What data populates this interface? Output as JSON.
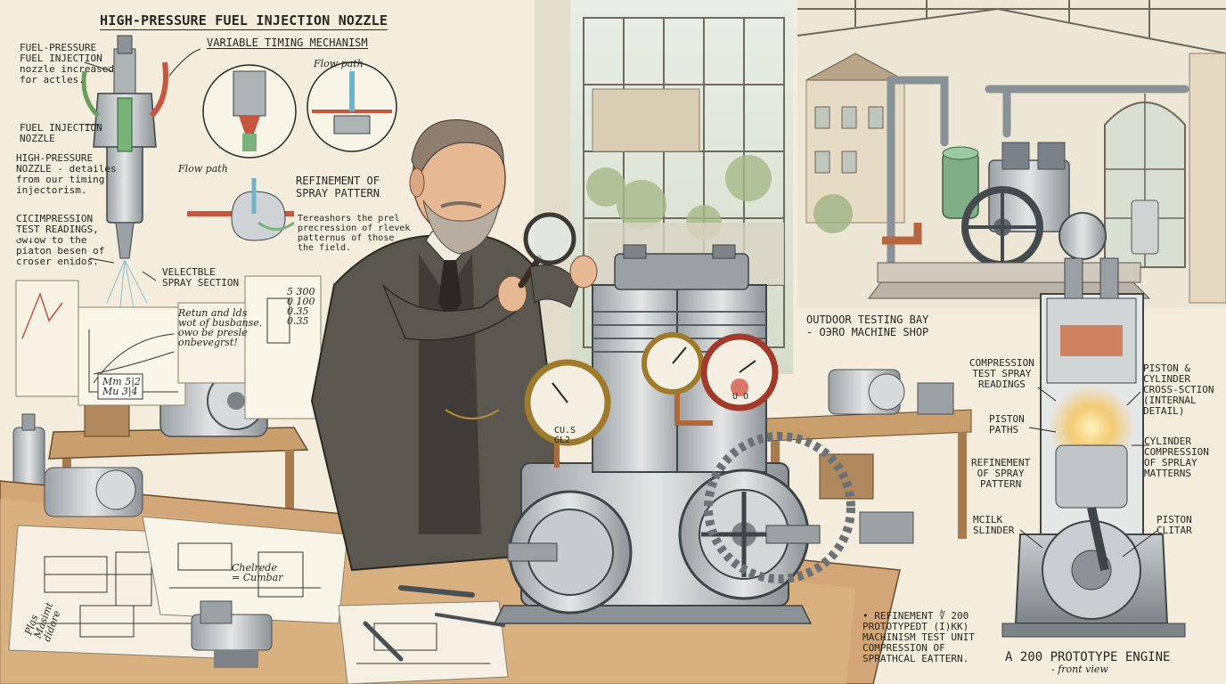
{
  "nozzle_panel": {
    "title": "HIGH-PRESSURE FUEL INJECTION NOZZLE",
    "note_fuel_pressure": "FUEL-PRESSURE\nFUEL INJECTION\nnozzle increased\nfor actles.",
    "note_injection_nozzle": "FUEL INJECTION\nNOZZLE",
    "note_high_pressure": "HIGH-PRESSURE\nNOZZLE - detailes\nfrom our timing\ninjectorism.",
    "note_compression": "CICIMPRESSION\nTEST READINGS,\n↺w↓ow to the\npiaton besen of\ncroser enidos.",
    "note_spray_section": "VELECTBLE\nSPRAY SECTION"
  },
  "timing_panel": {
    "title": "VARIABLE TIMING MECHANISM",
    "flow_path_top": "Flow path",
    "flow_path_lower": "Flow path",
    "refinement_title": "REFINEMENT OF\nSPRAY PATTERN",
    "refinement_note": "Tereashors the prel\nprecression of rlevek\npatternus of those\nthe field."
  },
  "sketch_notes": {
    "graph_note": "Retun and lds\nwot of busbanse.\nowo be presle\nonbevegrst!",
    "scale_values": "5 300\n0 100\n0.35\n0.35",
    "chart_box": "Mm 5|2\nMu 3|4",
    "blueprint_a": "Plas\nMasimt\ndidore",
    "blueprint_b": "Chelrede\n= Cumbar"
  },
  "shop": {
    "caption": "OUTDOOR TESTING BAY\n- OЭRO MACHINE SHOP"
  },
  "gauges": {
    "left_text": "CU.S\nGL2",
    "right_text": "U O"
  },
  "cross_section": {
    "compression_test": "COMPRESSION\nTEST SPRAY\nREADINGS",
    "piston_cylinder": "PISTON &\nCYLINDER\nCROSS-SCTION\n(INTERNAL\nDETAIL)",
    "piston_paths": "PISTON\nPATHS",
    "cylinder_compression": "CYLINDER\nCOMPRESSION\nOF SPRLAY\nMATTERNS",
    "refinement": "REFINEMENT\nOF SPRAY\nPATTERN",
    "mcilk_slinder": "MCILK\nSLINDER",
    "piston_clitar": "PISTON\nCLITAR",
    "caption_title": "A 200 PROTOTYPE ENGINE",
    "caption_sub": "- front view"
  },
  "prototype_note": {
    "text": "• REFINEMENT ∜ 200\n  PROTOTYPEDT (I)KK)\n  MACHINISM TEST UNIT\n  COMPRESSION OF\n  SPRATHCAL EATTERN."
  }
}
